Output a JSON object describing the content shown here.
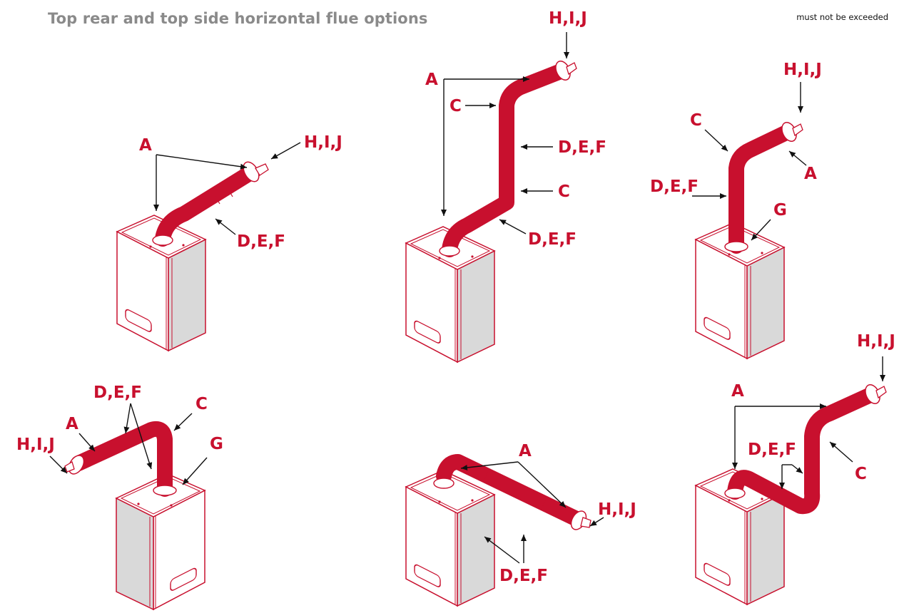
{
  "header": {
    "title": "Top rear and top side horizontal flue options",
    "note": "must not be exceeded"
  },
  "colors": {
    "accent": "#c8102e",
    "title_gray": "#8a8a8a",
    "side_panel": "#d9d9d9",
    "arrow": "#111111"
  },
  "diagram": {
    "label_a": "A",
    "label_c": "C",
    "label_def": "D,E,F",
    "label_g": "G",
    "label_hij": "H,I,J"
  }
}
